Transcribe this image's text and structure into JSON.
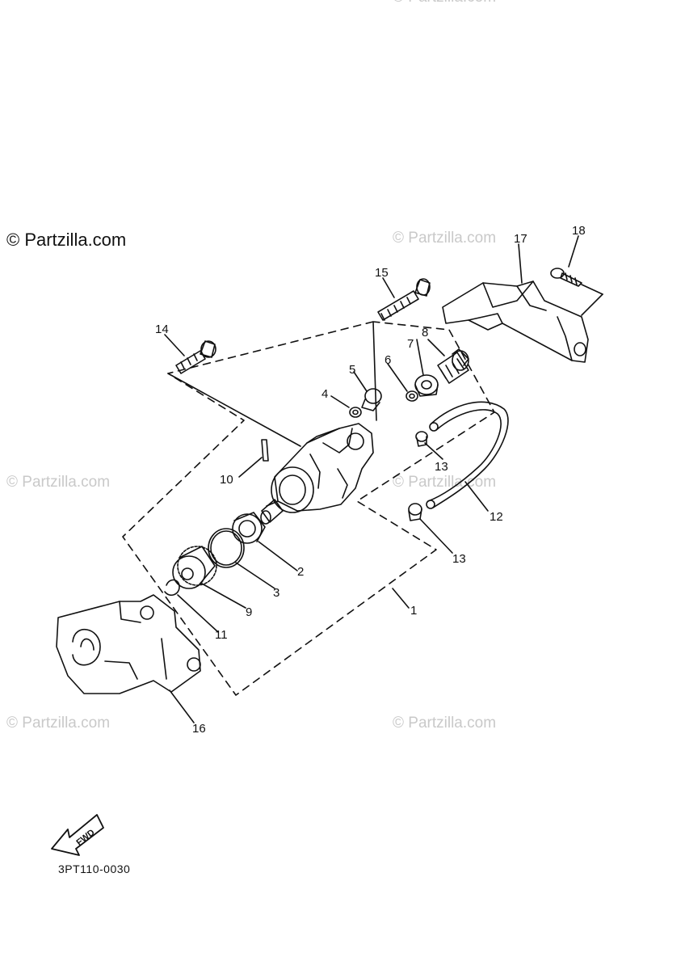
{
  "watermark": {
    "main": "© Partzilla.com",
    "faint": "© Partzilla.com"
  },
  "diagram_code": "3PT110-0030",
  "fwd_label": "FWD",
  "callouts": [
    "1",
    "2",
    "3",
    "4",
    "5",
    "6",
    "7",
    "8",
    "9",
    "10",
    "11",
    "12",
    "13",
    "13",
    "14",
    "15",
    "16",
    "17",
    "18"
  ]
}
